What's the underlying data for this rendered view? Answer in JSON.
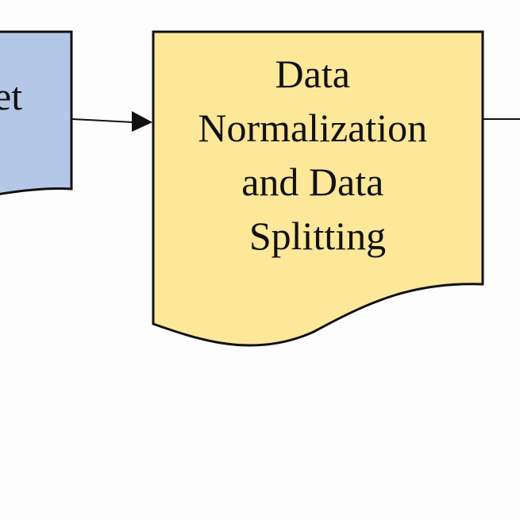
{
  "diagram": {
    "nodes": [
      {
        "id": "dataset",
        "shape": "document",
        "fill": "#b4c7e7",
        "stroke": "#111111",
        "lines": [
          "et"
        ]
      },
      {
        "id": "normalization",
        "shape": "document",
        "fill": "#fde799",
        "stroke": "#111111",
        "lines": [
          "Data",
          "Normalization",
          "and Data",
          "Splitting"
        ]
      }
    ],
    "edges": [
      {
        "from": "dataset",
        "to": "normalization",
        "arrowhead": true
      },
      {
        "from": "normalization",
        "to": "offscreen-right",
        "arrowhead": false
      }
    ]
  }
}
